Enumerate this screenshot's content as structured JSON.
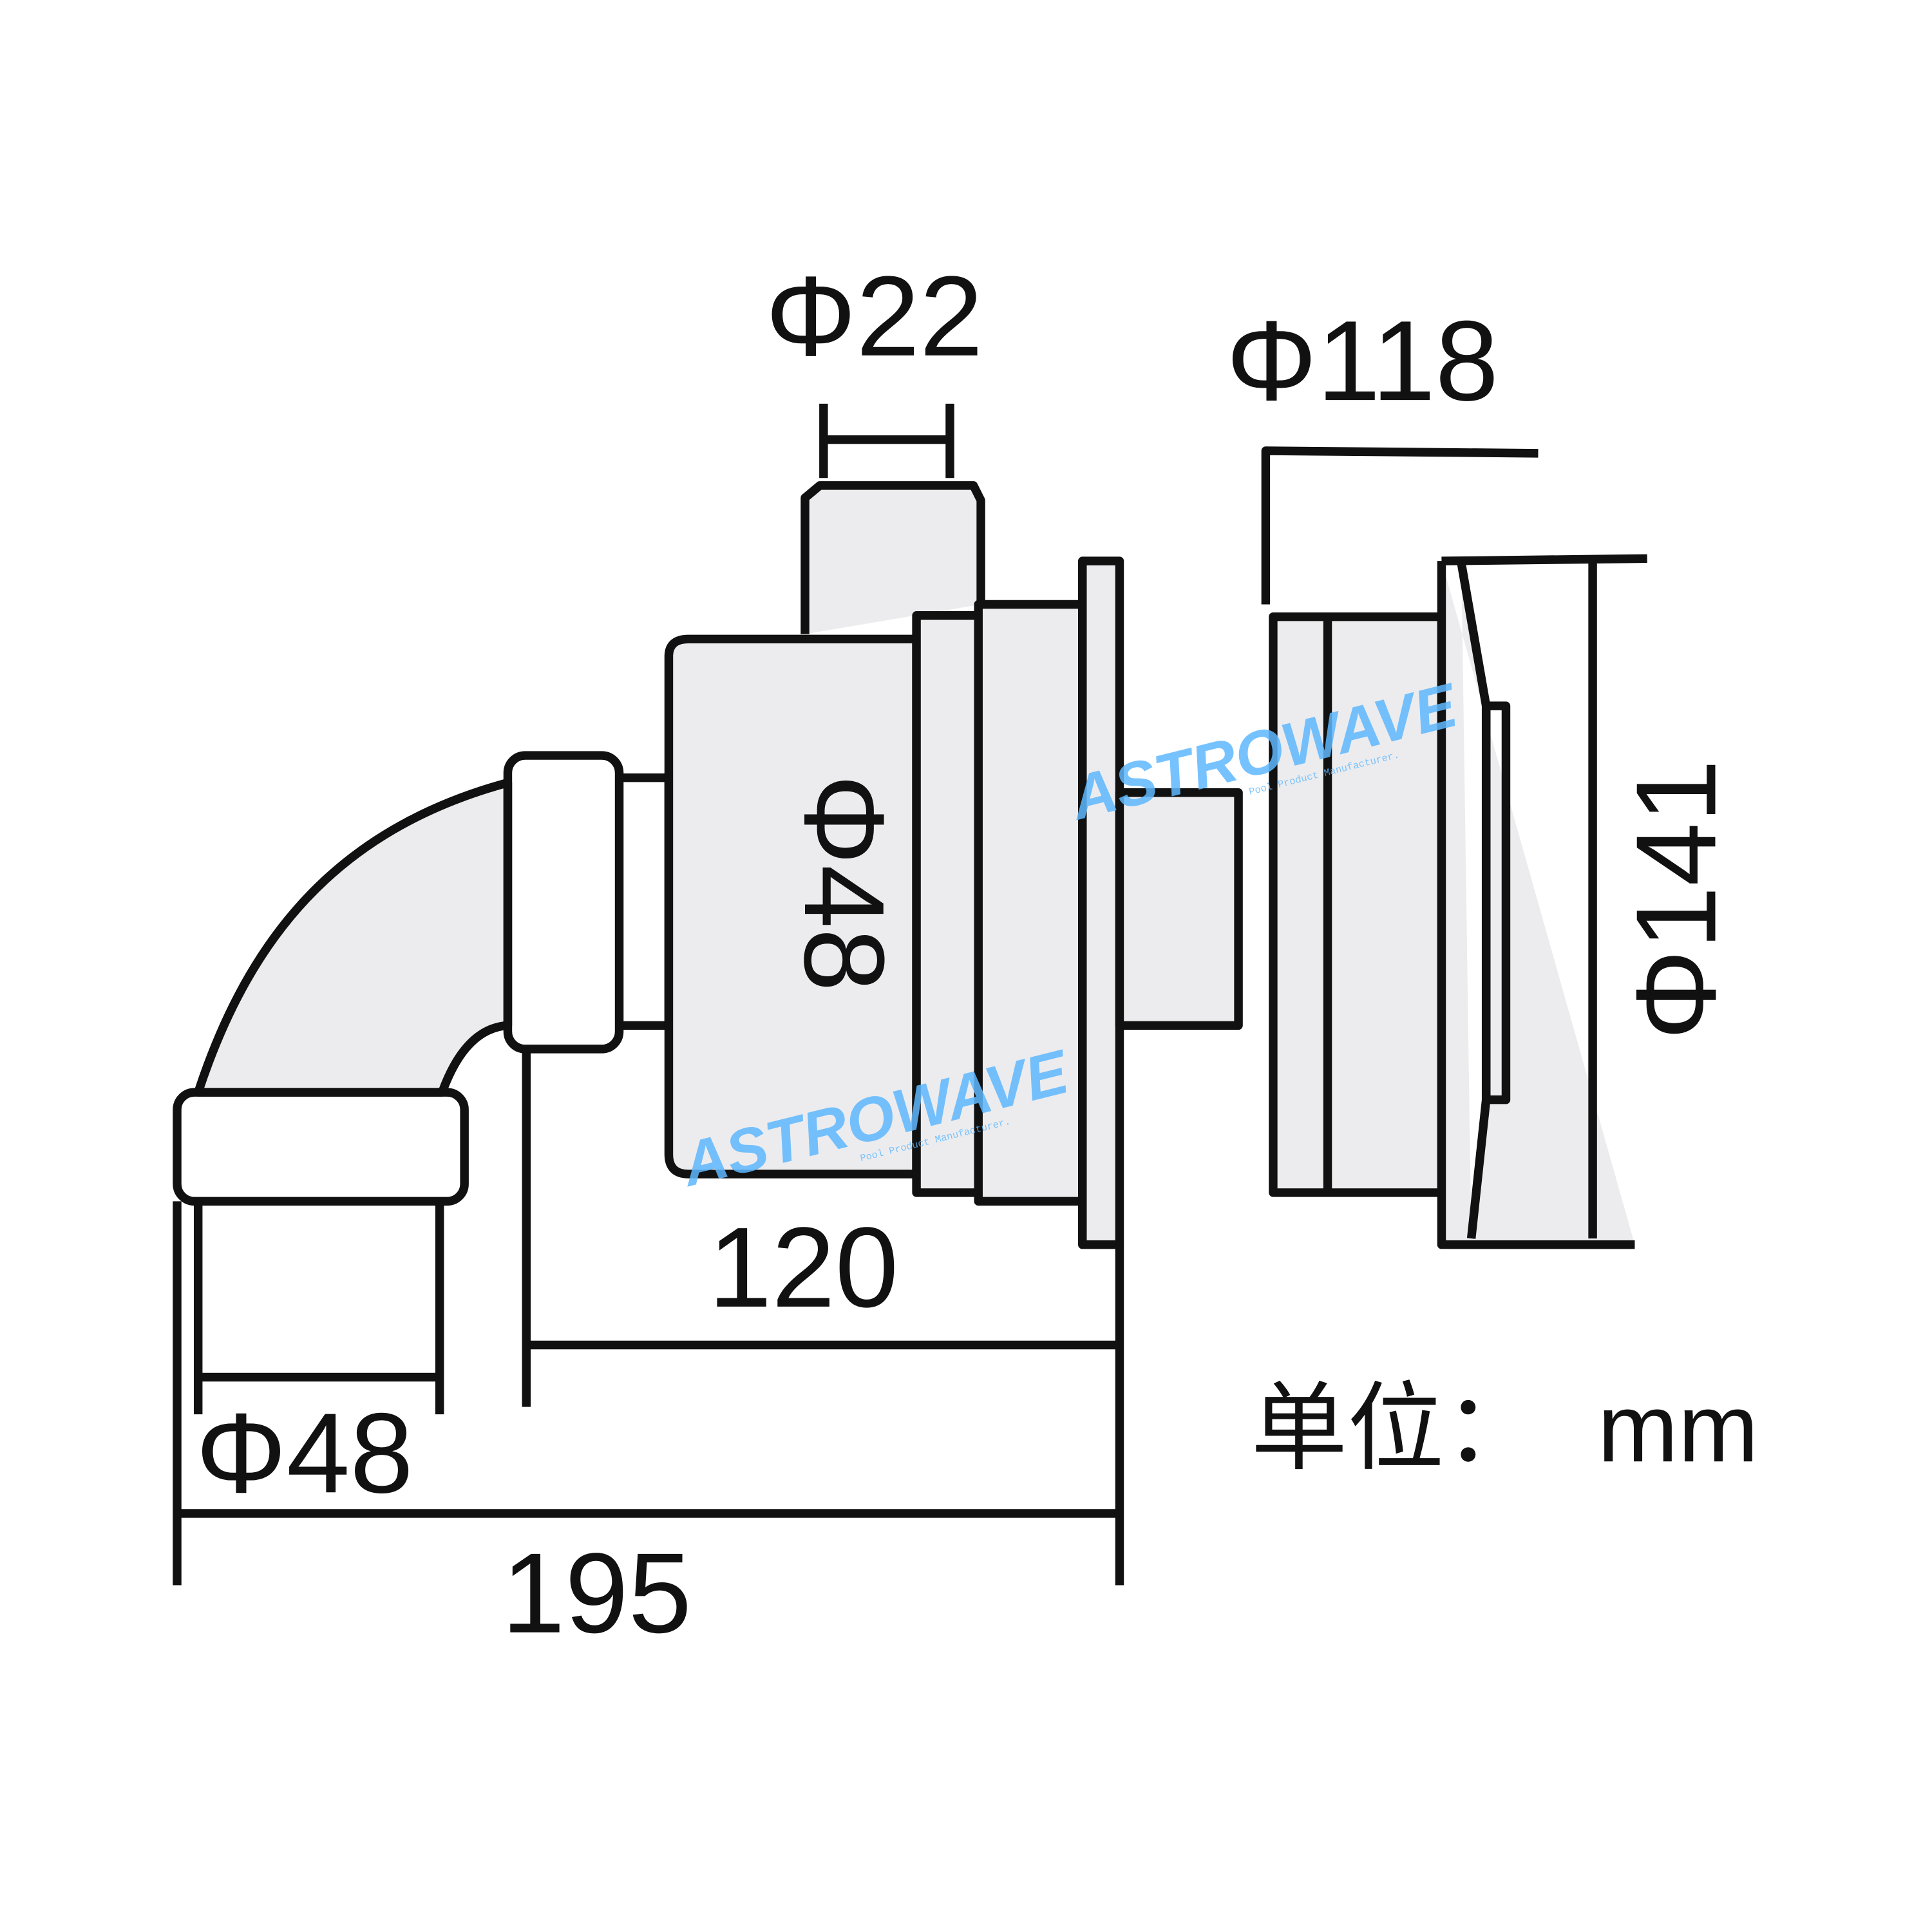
{
  "dimensions": {
    "inlet_small": "Φ22",
    "flange": "Φ118",
    "outer": "Φ141",
    "pipe_vertical": "Φ48",
    "pipe_elbow": "Φ48",
    "height": "120",
    "length": "195"
  },
  "unit_label": "单位：",
  "unit": "mm",
  "watermark": {
    "brand": "ASTROWAVE",
    "tagline": "Pool Product Manufacturer."
  },
  "colors": {
    "line": "#111111",
    "part_fill": "#ececee",
    "watermark": "#5fb8ff"
  }
}
